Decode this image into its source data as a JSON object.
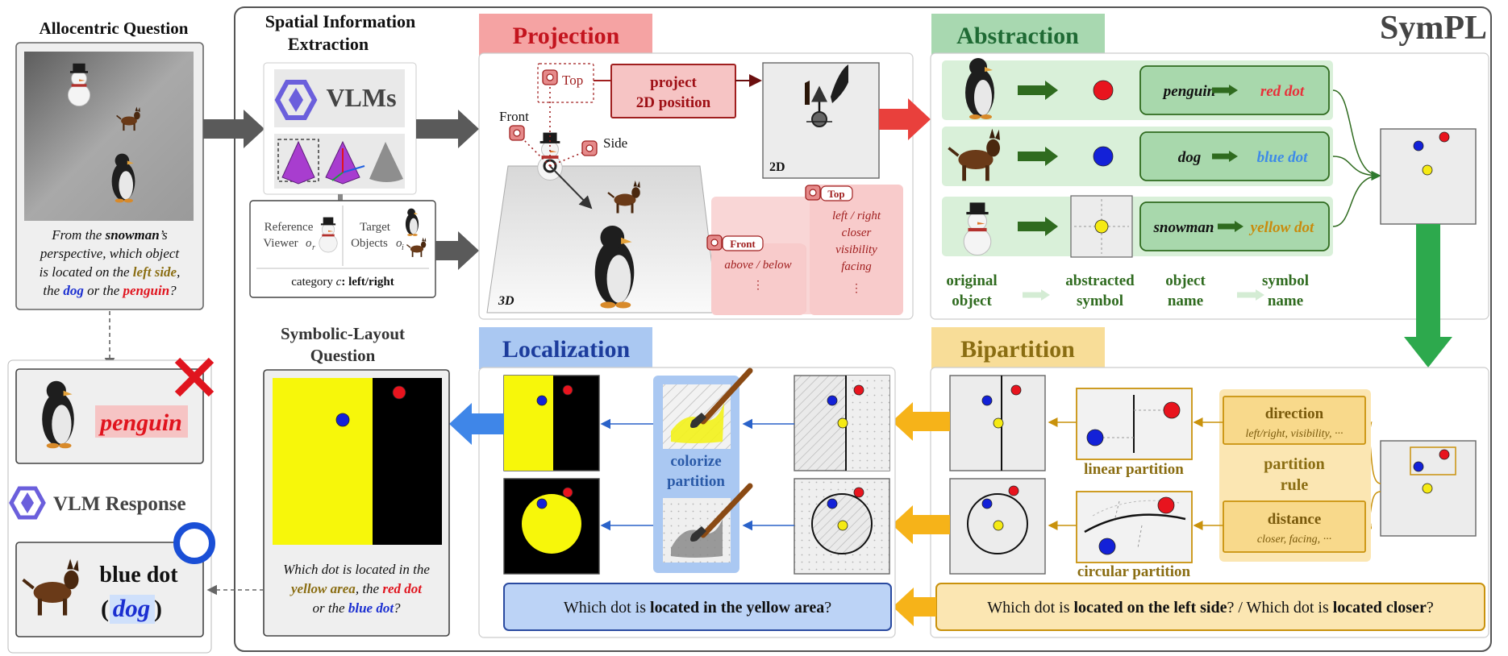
{
  "left": {
    "question_title": "Allocentric Question",
    "question_lines": [
      [
        {
          "t": "From the "
        },
        {
          "t": "snowman",
          "b": true
        },
        {
          "t": "’s"
        }
      ],
      [
        {
          "t": "perspective, which object"
        }
      ],
      [
        {
          "t": "is located on the "
        },
        {
          "t": "left side",
          "b": true,
          "c": "#8a6d12"
        },
        {
          "t": ","
        }
      ],
      [
        {
          "t": "the "
        },
        {
          "t": "dog",
          "b": true,
          "c": "#1b2fd1"
        },
        {
          "t": " or the "
        },
        {
          "t": "penguin",
          "b": true,
          "c": "#e0141e"
        },
        {
          "t": "?"
        }
      ]
    ],
    "wrong_answer": "penguin",
    "vlm_response_label": "VLM Response",
    "answer_line1": "blue dot",
    "answer_paren_open": "(",
    "answer_word": "dog",
    "answer_paren_close": ")"
  },
  "extraction": {
    "title_line1": "Spatial Information",
    "title_line2": "Extraction",
    "vlms_label": "VLMs",
    "reference_label_1": "Reference",
    "reference_label_2": "Viewer",
    "reference_symbol": "o",
    "reference_sub": "r",
    "target_label_1": "Target",
    "target_label_2": "Objects",
    "target_symbol": "o",
    "target_sub": "i",
    "category_prefix": "category",
    "category_symbol": "c",
    "category_value": ": left/right"
  },
  "projection": {
    "title": "Projection",
    "cam_top": "Top",
    "cam_front": "Front",
    "cam_side": "Side",
    "project_line1": "project",
    "project_line2": "2D position",
    "label_2d": "2D",
    "label_3d": "3D",
    "front_tag": "Front",
    "front_props": [
      "above / below"
    ],
    "top_tag": "Top",
    "top_props": [
      "left / right",
      "closer",
      "visibility",
      "facing"
    ]
  },
  "abstraction": {
    "title": "Abstraction",
    "brand": "SymPL",
    "rows": [
      {
        "object": "penguin",
        "symbol": "red dot",
        "dot": "#e8141e",
        "text_color": "#e8303a"
      },
      {
        "object": "dog",
        "symbol": "blue dot",
        "dot": "#1321d8",
        "text_color": "#3d8ae8"
      },
      {
        "object": "snowman",
        "symbol": "yellow dot",
        "dot": "#f5ea14",
        "text_color": "#c98b0c"
      }
    ],
    "footer": [
      [
        "original",
        "object"
      ],
      [
        "abstracted",
        "symbol"
      ],
      [
        "object",
        "name"
      ],
      [
        "symbol",
        "name"
      ]
    ]
  },
  "bipartition": {
    "title": "Bipartition",
    "linear_label": "linear partition",
    "circular_label": "circular partition",
    "rule_line1": "partition",
    "rule_line2": "rule",
    "direction_title": "direction",
    "direction_sub": "left/right, visibility, ···",
    "distance_title": "distance",
    "distance_sub": "closer, facing, ···",
    "question_parts": [
      {
        "t": "Which dot is "
      },
      {
        "t": "located on the left side",
        "b": true
      },
      {
        "t": "? / Which dot is "
      },
      {
        "t": "located closer",
        "b": true
      },
      {
        "t": "?"
      }
    ]
  },
  "localization": {
    "title": "Localization",
    "colorize_line1": "colorize",
    "colorize_line2": "partition",
    "question_parts": [
      {
        "t": "Which dot is "
      },
      {
        "t": "located in the yellow area",
        "b": true
      },
      {
        "t": "?"
      }
    ]
  },
  "symbolic": {
    "title_line1": "Symbolic-Layout",
    "title_line2": "Question",
    "question_lines": [
      [
        {
          "t": "Which dot is located in the"
        }
      ],
      [
        {
          "t": "yellow area",
          "b": true,
          "c": "#8a6d12"
        },
        {
          "t": ", the "
        },
        {
          "t": "red dot",
          "b": true,
          "c": "#e0141e"
        }
      ],
      [
        {
          "t": "or the "
        },
        {
          "t": "blue dot",
          "b": true,
          "c": "#1b2fd1"
        },
        {
          "t": "?"
        }
      ]
    ]
  },
  "colors": {
    "projection": "#f5a3a3",
    "abstraction": "#a8d8b0",
    "localization": "#aac8f2",
    "bipartition": "#f8dd98",
    "arrow_grey": "#5a5a5a",
    "arrow_red": "#e9403c",
    "arrow_green": "#2da94d",
    "arrow_blue": "#3f86e8",
    "arrow_orange": "#f6b319"
  }
}
